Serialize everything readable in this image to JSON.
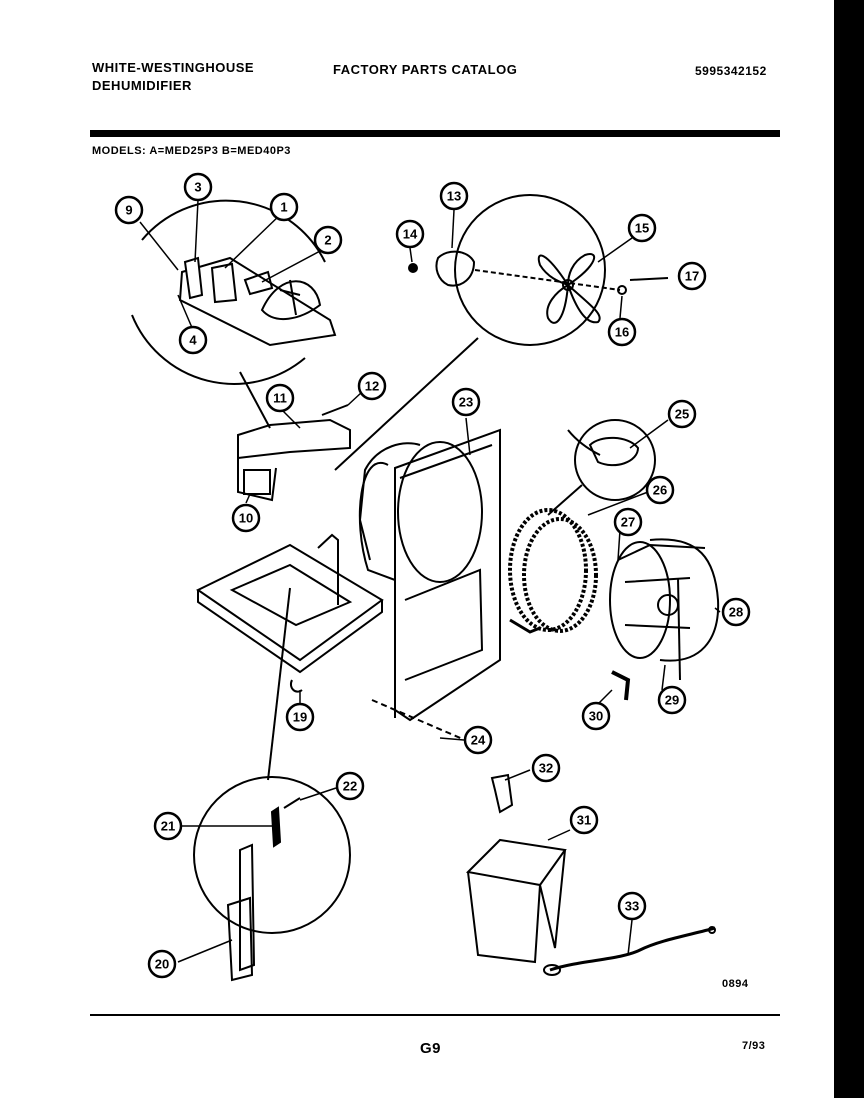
{
  "header": {
    "brand_line1": "WHITE-WESTINGHOUSE",
    "brand_line2": "DEHUMIDIFIER",
    "catalog_title": "FACTORY PARTS CATALOG",
    "catalog_number": "5995342152",
    "models_line": "MODELS:   A=MED25P3   B=MED40P3"
  },
  "callouts": [
    "1",
    "2",
    "3",
    "4",
    "9",
    "10",
    "11",
    "12",
    "13",
    "14",
    "15",
    "16",
    "17",
    "19",
    "20",
    "21",
    "22",
    "23",
    "24",
    "25",
    "26",
    "27",
    "28",
    "29",
    "30",
    "31",
    "32",
    "33"
  ],
  "footer": {
    "drawing_code": "0894",
    "page_code": "G9",
    "date": "7/93"
  }
}
